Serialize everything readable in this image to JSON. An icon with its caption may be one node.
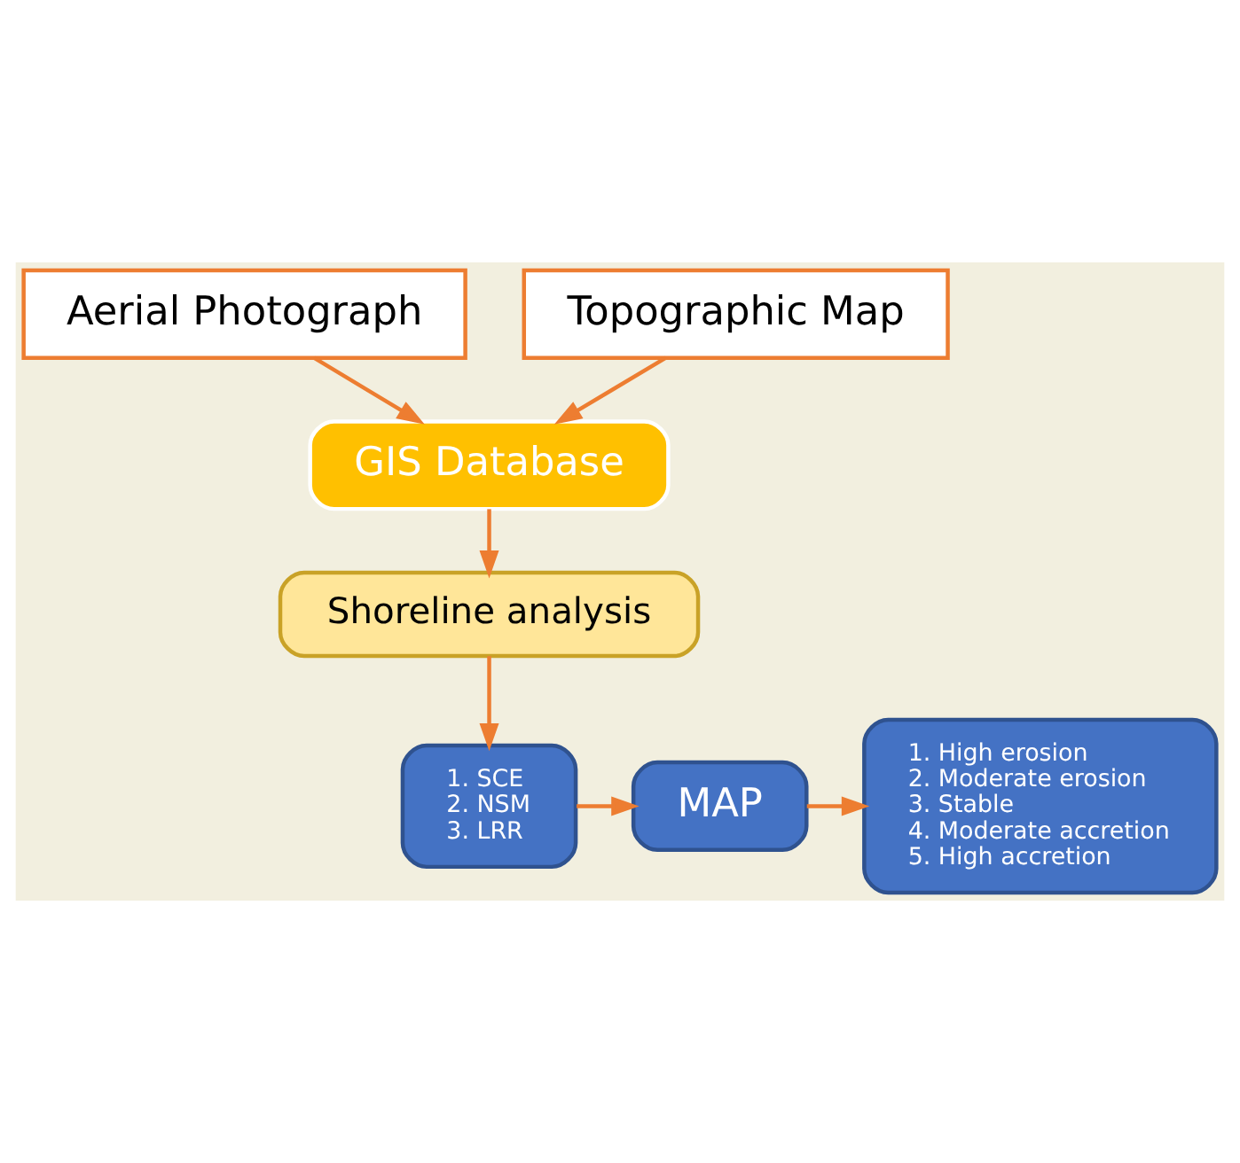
{
  "diagram": {
    "nodes": [
      {
        "text": [
          "Aerial Photograph"
        ]
      },
      {
        "text": [
          "Topographic Map"
        ]
      },
      {
        "text": [
          "GIS Database"
        ]
      },
      {
        "text": [
          "Shoreline analysis"
        ]
      },
      {
        "text": [
          "1. SCE",
          "2. NSM",
          "3. LRR"
        ]
      },
      {
        "text": [
          "MAP"
        ]
      },
      {
        "text": [
          "1. High erosion",
          "2. Moderate erosion",
          "3. Stable",
          "4. Moderate accretion",
          "5. High accretion"
        ]
      }
    ],
    "edges": [
      {
        "from": 0,
        "to": 2,
        "arrow": "to"
      },
      {
        "from": 1,
        "to": 2,
        "arrow": "to"
      },
      {
        "from": 2,
        "to": 3,
        "arrow": "to"
      },
      {
        "from": 3,
        "to": 4,
        "arrow": "to"
      },
      {
        "from": 4,
        "to": 5,
        "arrow": "to"
      },
      {
        "from": 5,
        "to": 6,
        "arrow": "to"
      }
    ]
  }
}
